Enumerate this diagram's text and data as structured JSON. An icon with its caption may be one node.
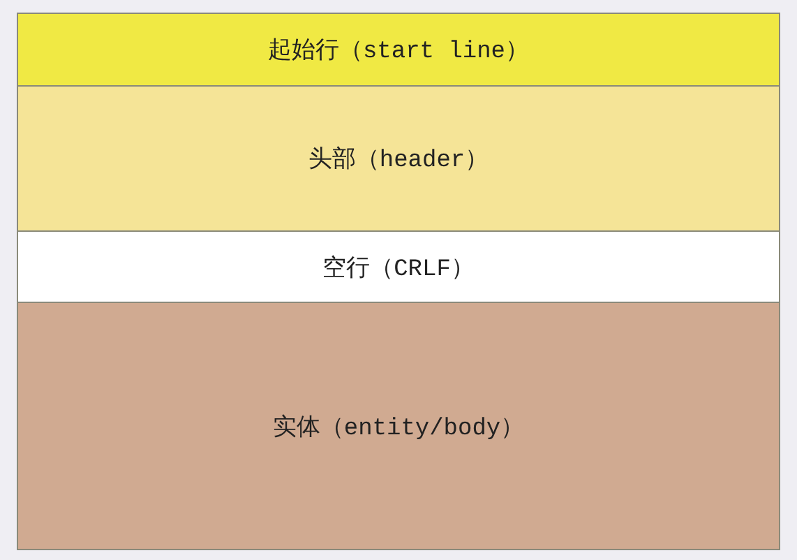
{
  "diagram": {
    "nodes": [
      {
        "text": [
          "起始行（start line）"
        ]
      },
      {
        "text": [
          "头部（header）"
        ]
      },
      {
        "text": [
          "空行（CRLF）"
        ]
      },
      {
        "text": [
          "实体（entity/body）"
        ]
      }
    ]
  }
}
